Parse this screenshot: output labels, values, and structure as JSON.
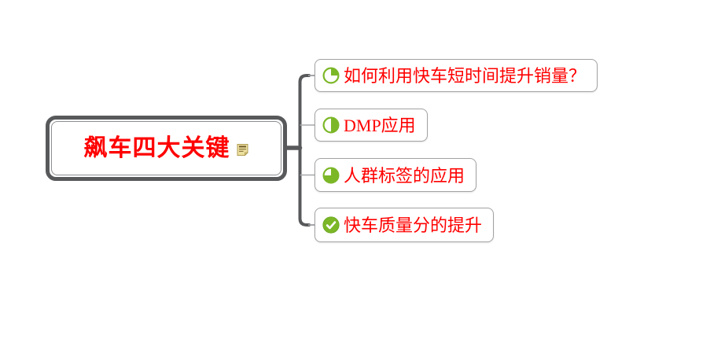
{
  "diagram": {
    "type": "mindmap",
    "root": {
      "label": "飙车四大关键",
      "markers": [
        "notes-icon"
      ]
    },
    "children": [
      {
        "label": "如何利用快车短时间提升销量？",
        "marker": "task-progress-25-icon"
      },
      {
        "label": "DMP应用",
        "marker": "task-progress-50-icon"
      },
      {
        "label": "人群标签的应用",
        "marker": "task-progress-75-icon"
      },
      {
        "label": "快车质量分的提升",
        "marker": "task-done-icon"
      }
    ],
    "colors": {
      "topic_text_red": "#ff0000",
      "marker_green": "#7cb728",
      "branch_dark": "#58595b",
      "branch_light": "#a6a8ab",
      "child_border_gray": "#a3a3a3",
      "root_border_gray": "#58595b",
      "note_marker_yellow": "#ecdf9e",
      "background": "#ffffff"
    }
  }
}
